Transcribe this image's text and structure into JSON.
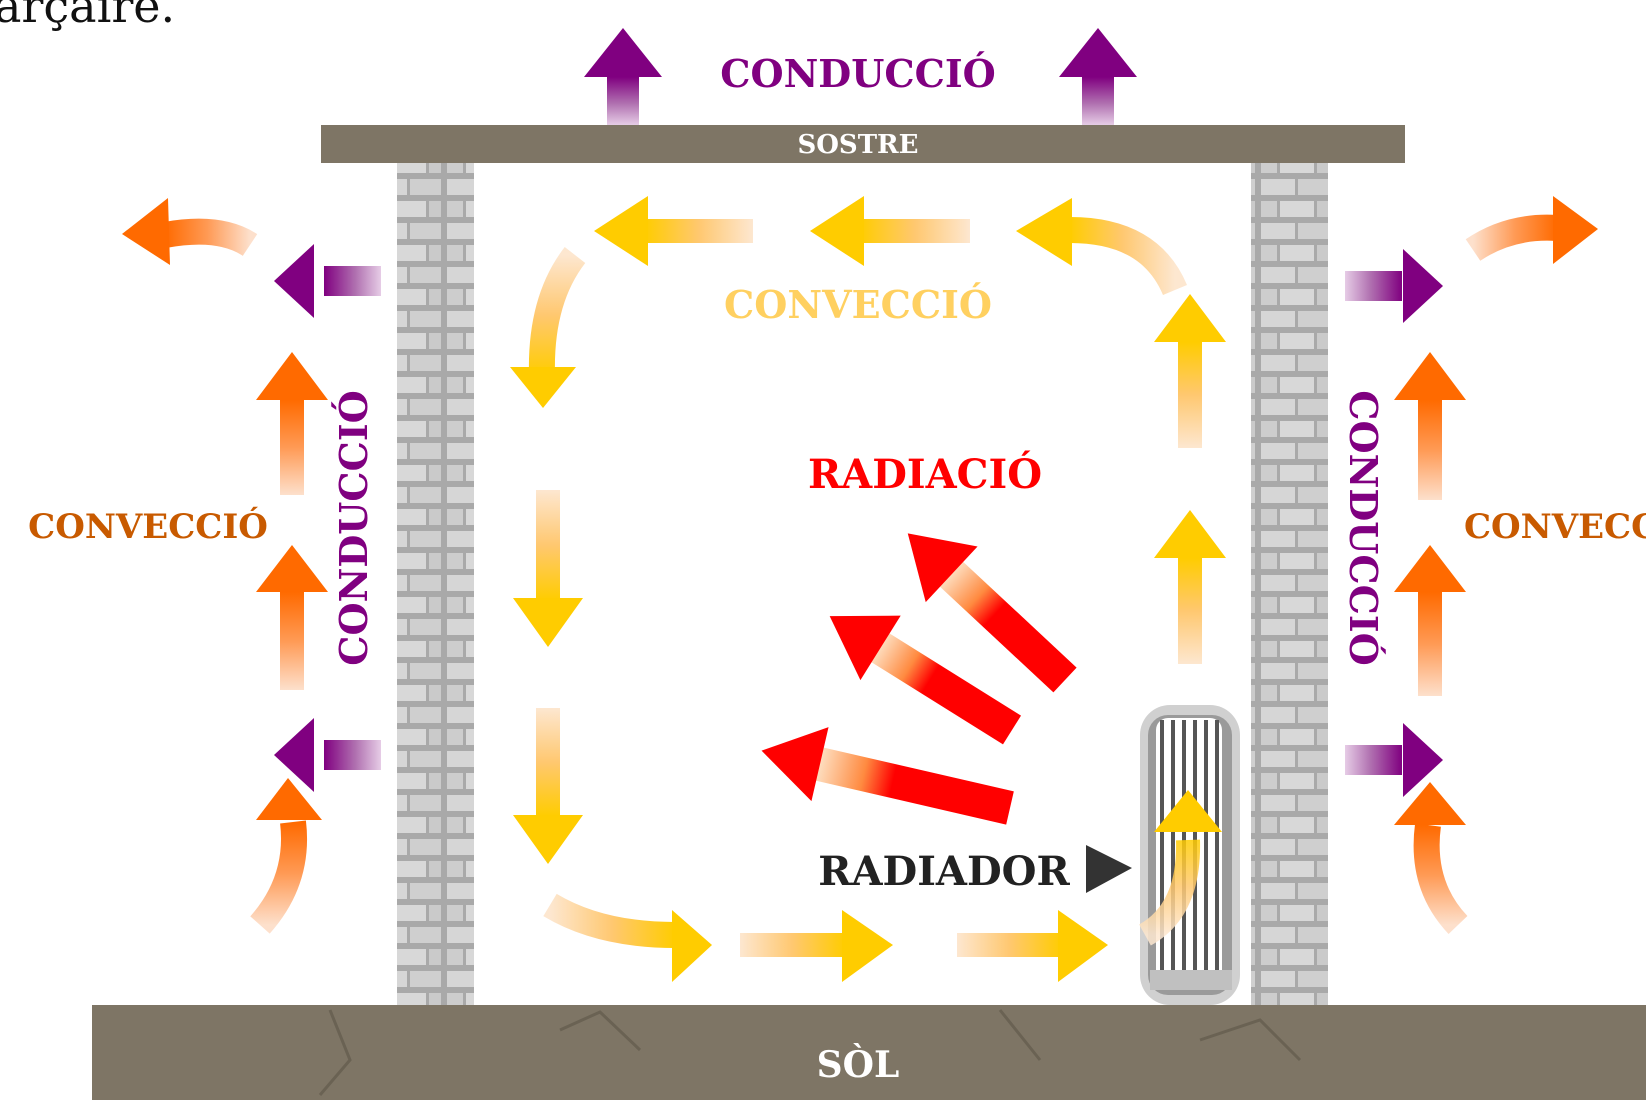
{
  "top_fragment": "arçaire.",
  "labels": {
    "conduction_top": "CONDUCCIÓ",
    "ceiling": "SOSTRE",
    "convection_inner": "CONVECCIÓ",
    "radiation": "RADIACIÓ",
    "convection_left": "CONVECCIÓ",
    "conduction_left": "CONDUCCIÓ",
    "conduction_right": "CONDUCCIÓ",
    "convection_right": "CONVECC",
    "radiator": "RADIADOR",
    "floor": "SÒL"
  },
  "colors": {
    "conduction": "#800080",
    "convection_inner": "#ffcc00",
    "convection_outer": "#ff6a00",
    "radiation": "#ff0000",
    "structure": "#7e7565",
    "brick": "#d0d0d0",
    "text_dark": "#222222"
  },
  "icons": [
    "up-arrow-icon",
    "left-arrow-icon",
    "right-arrow-icon",
    "down-arrow-icon",
    "curved-arrow-icon",
    "radiator-icon",
    "play-triangle-icon",
    "brick-wall-icon"
  ]
}
